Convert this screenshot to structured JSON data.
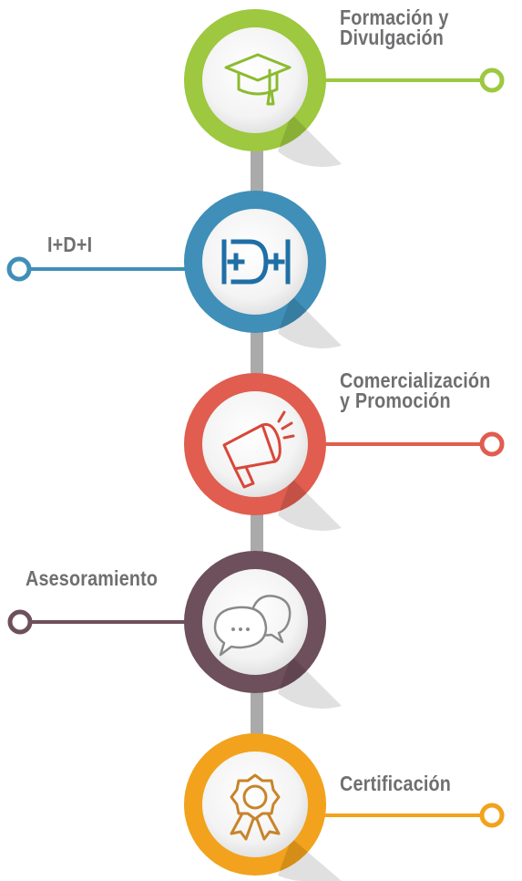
{
  "diagram": {
    "nodes": [
      {
        "label": "Formación y\nDivulgación",
        "icon": "graduation-cap-icon",
        "color": "#9dc83f",
        "side": "right"
      },
      {
        "label": "I+D+I",
        "icon": "idi-logo-icon",
        "color": "#3f8fb8",
        "side": "left"
      },
      {
        "label": "Comercialización\ny Promoción",
        "icon": "megaphone-icon",
        "color": "#e05d4f",
        "side": "right"
      },
      {
        "label": "Asesoramiento",
        "icon": "speech-bubbles-icon",
        "color": "#6e4f5c",
        "side": "left"
      },
      {
        "label": "Certificación",
        "icon": "award-ribbon-icon",
        "color": "#f2a21c",
        "side": "right"
      }
    ],
    "icon_text": {
      "idi": "I+D+I"
    }
  }
}
